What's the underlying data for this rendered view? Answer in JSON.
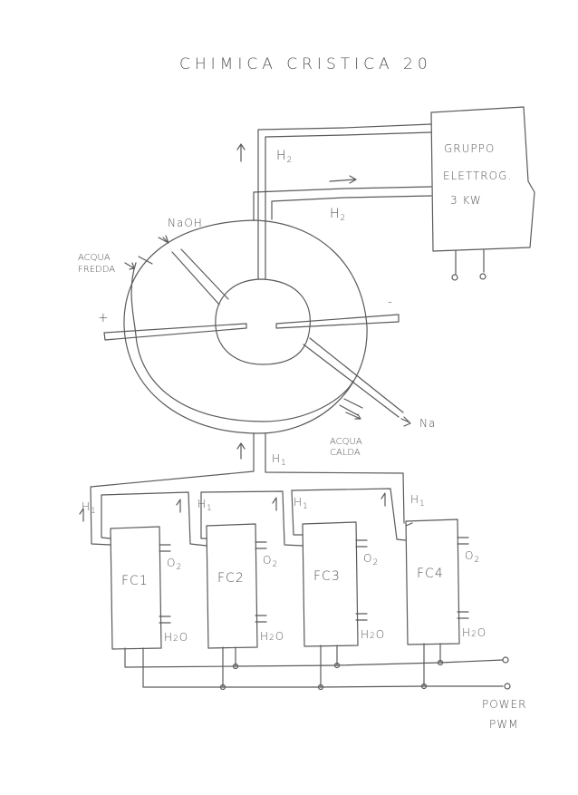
{
  "title": "CHIMICA CRISTICA 20",
  "generator": {
    "line1": "GRUPPO",
    "line2": "ELETTROG.",
    "line3": "3 KW"
  },
  "pipes": {
    "h2_upper": "H",
    "h2_lower": "H",
    "h2_sub": "2",
    "h1_main": "H",
    "h1_sub": "1"
  },
  "inputs": {
    "naoh": "NaOH",
    "acqua_fredda_1": "ACQUA",
    "acqua_fredda_2": "FREDDA",
    "acqua_calda_1": "ACQUA",
    "acqua_calda_2": "CALDA",
    "na": "Na"
  },
  "electrodes": {
    "plus": "+",
    "minus": "-"
  },
  "fuel_cells": [
    {
      "label": "FC1",
      "h1": "H",
      "o2": "O",
      "h2o_a": "H",
      "h2o_b": "O"
    },
    {
      "label": "FC2",
      "h1": "H",
      "o2": "O",
      "h2o_a": "H",
      "h2o_b": "O"
    },
    {
      "label": "FC3",
      "h1": "H",
      "o2": "O",
      "h2o_a": "H",
      "h2o_b": "O"
    },
    {
      "label": "FC4",
      "h1": "H",
      "o2": "O",
      "h2o_a": "H",
      "h2o_b": "O"
    }
  ],
  "subs": {
    "one": "1",
    "two": "2"
  },
  "output": {
    "line1": "POWER",
    "line2": "PWM"
  }
}
